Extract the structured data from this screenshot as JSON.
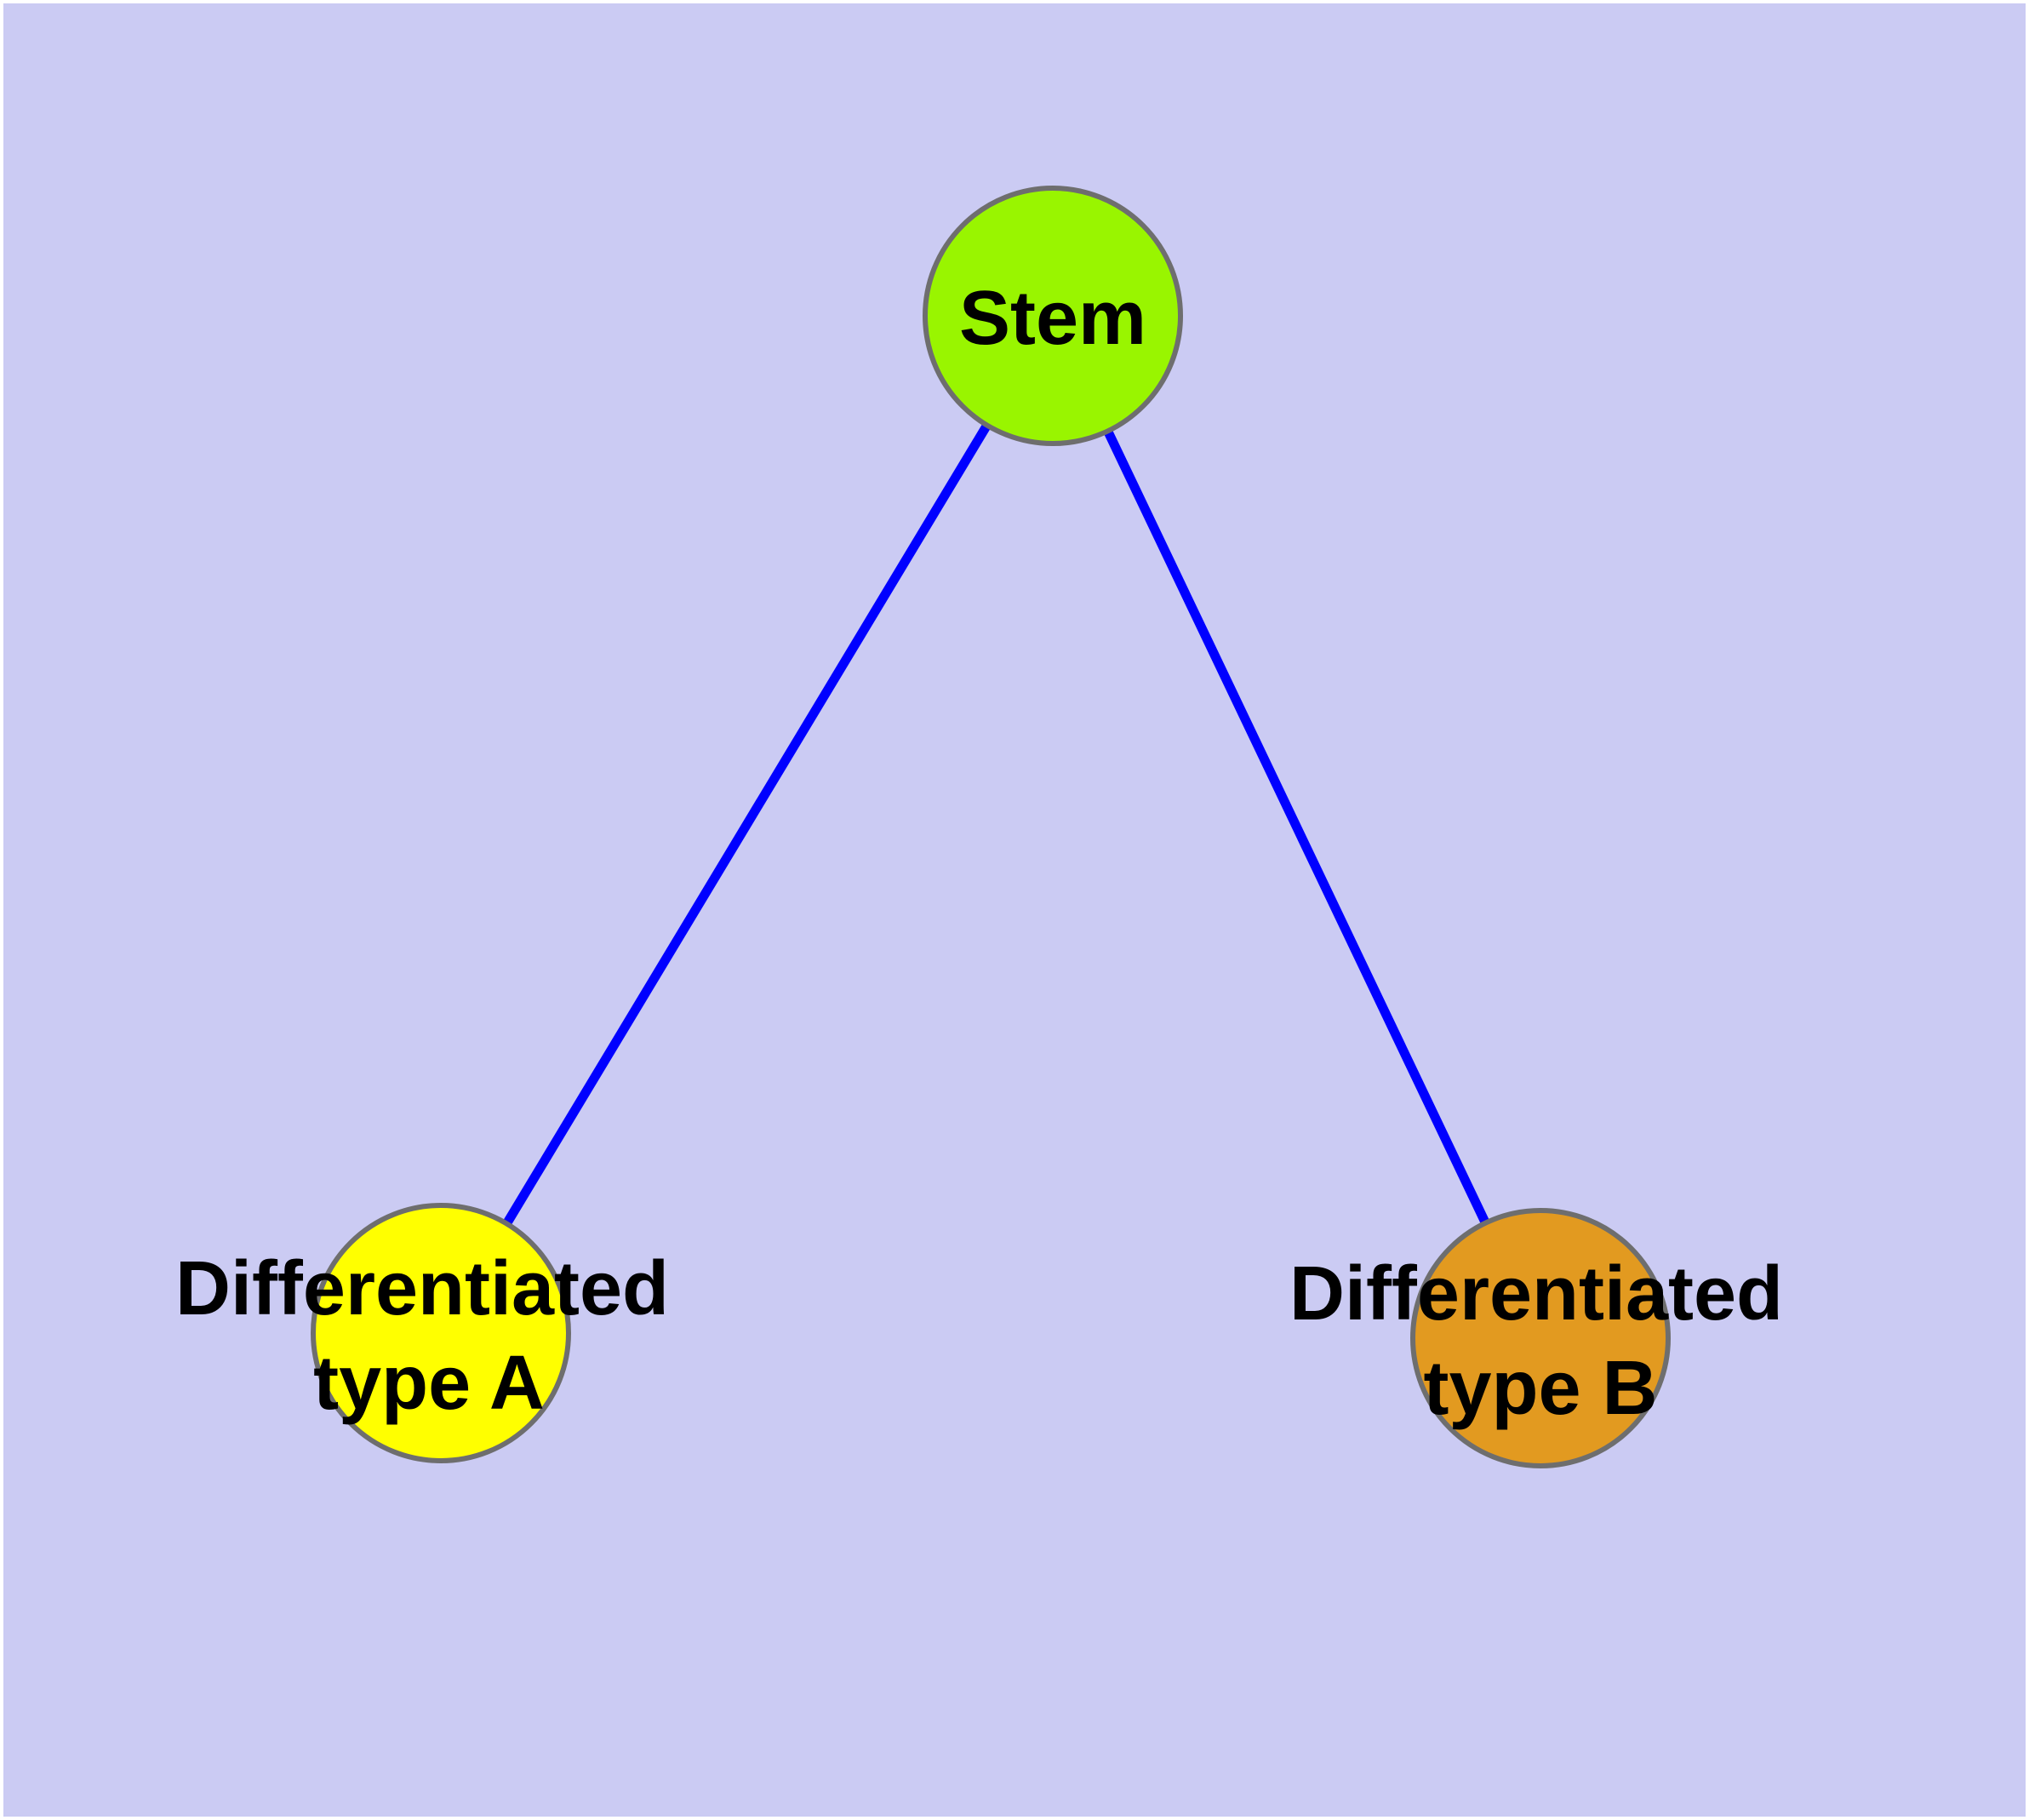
{
  "diagram": {
    "background_color": "#CBCBF3",
    "frame_color": "#FFFFFF",
    "edge_color": "#0000FF",
    "node_border_color": "#6E6E6E",
    "text_color": "#000000",
    "nodes": {
      "stem": {
        "label": "Stem",
        "fill": "#99F500"
      },
      "type_a": {
        "label_line1": "Differentiated",
        "label_line2": "type A",
        "fill": "#FFFF00"
      },
      "type_b": {
        "label_line1": "Differentiated",
        "label_line2": "type B",
        "fill": "#E29A20"
      }
    },
    "edges": [
      {
        "from": "Stem",
        "to": "Differentiated type A"
      },
      {
        "from": "Stem",
        "to": "Differentiated type B"
      }
    ]
  }
}
